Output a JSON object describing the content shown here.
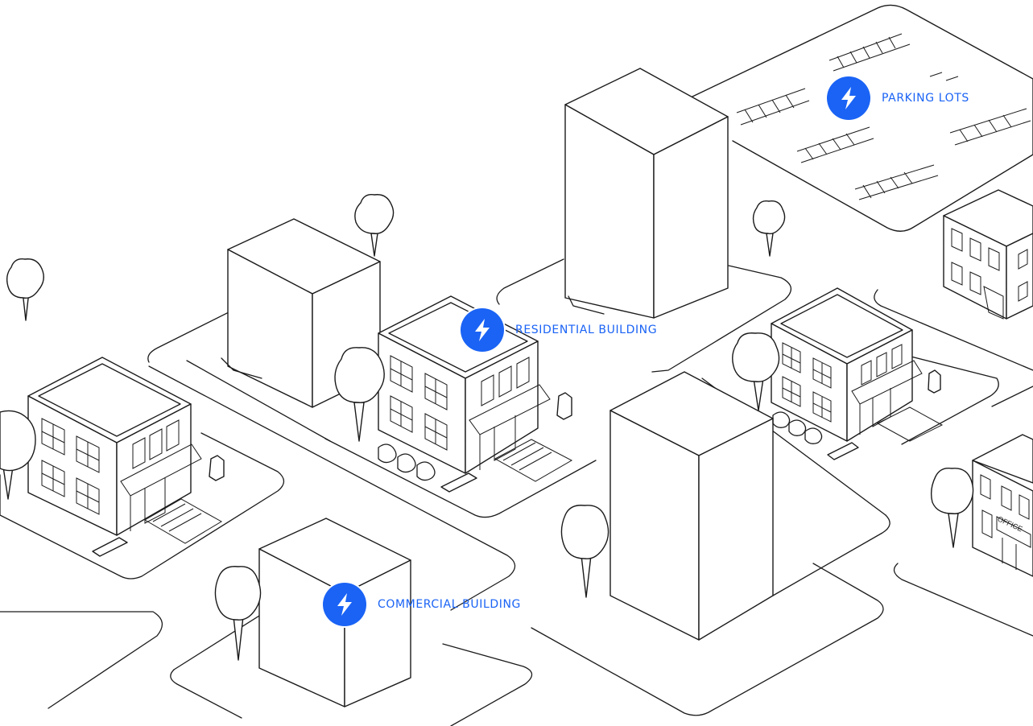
{
  "scene": {
    "accent_color": "#1a63f5",
    "line_color": "#1b1b1b",
    "background": "#ffffff"
  },
  "markers": [
    {
      "icon": "lightning-bolt-icon",
      "label": "PARKING LOTS"
    },
    {
      "icon": "lightning-bolt-icon",
      "label": "RESIDENTIAL BUILDING"
    },
    {
      "icon": "lightning-bolt-icon",
      "label": "COMMERCIAL BUILDING"
    }
  ],
  "signs": {
    "office": "OFFICE"
  }
}
